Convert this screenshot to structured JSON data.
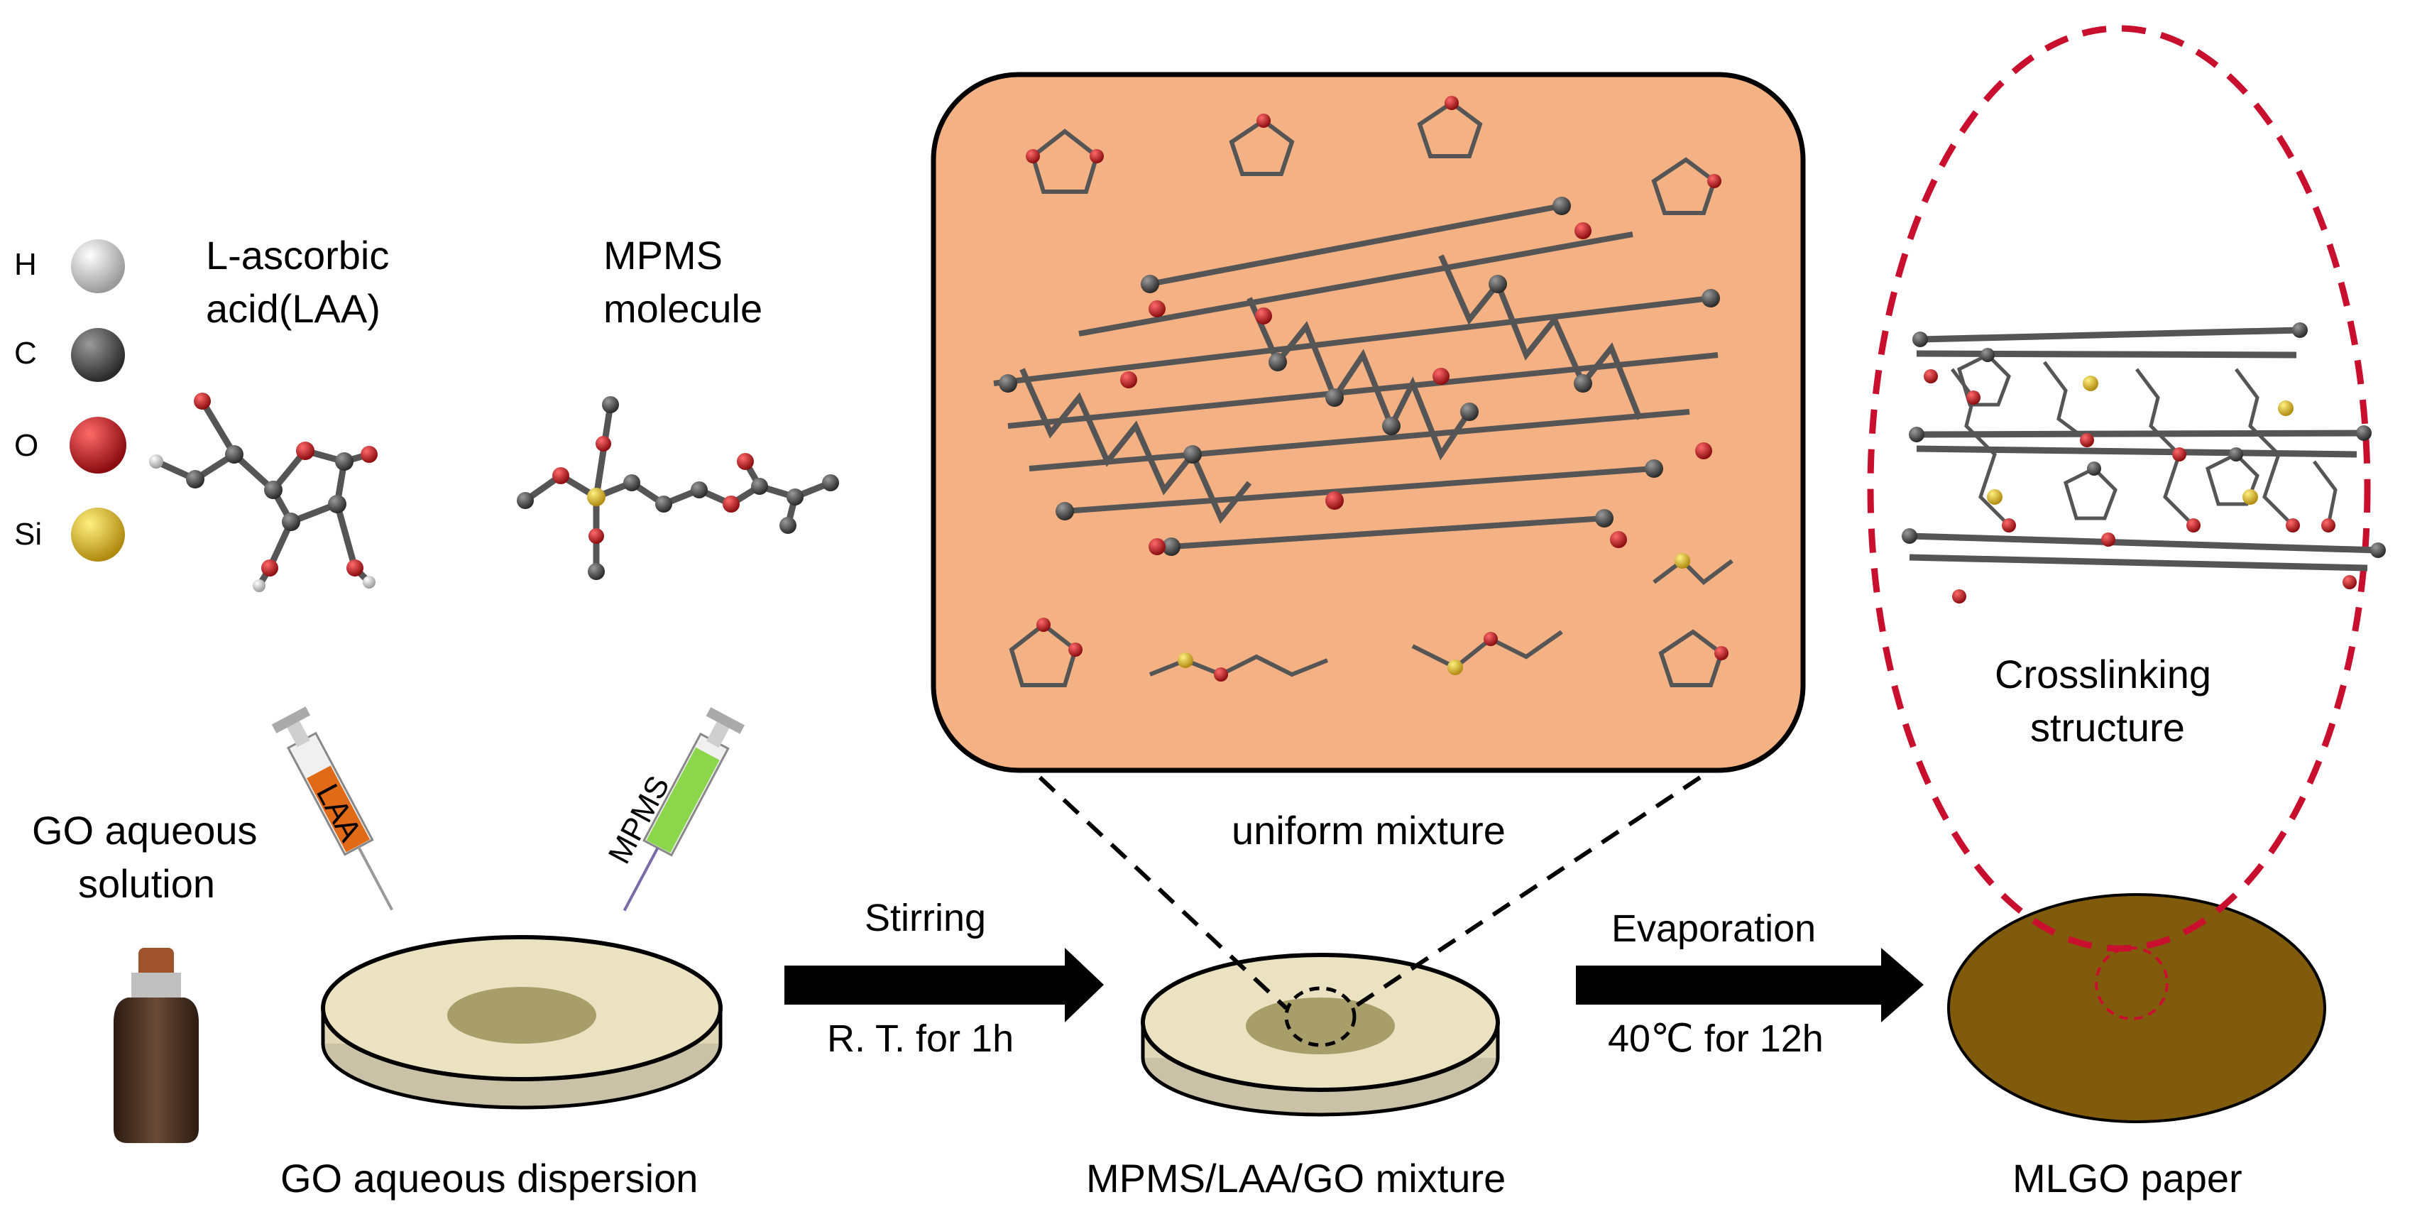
{
  "legend": {
    "atoms": [
      {
        "symbol": "H",
        "color": "#bdbdbd"
      },
      {
        "symbol": "C",
        "color": "#4a4a4a"
      },
      {
        "symbol": "O",
        "color": "#b8161b"
      },
      {
        "symbol": "Si",
        "color": "#d6b21f"
      }
    ]
  },
  "molecules": {
    "laa_line1": "L-ascorbic",
    "laa_line2": "acid(LAA)",
    "mpms_line1": "MPMS",
    "mpms_line2": "molecule"
  },
  "step1": {
    "go_solution_line1": "GO aqueous",
    "go_solution_line2": "solution",
    "syringe_laa": "LAA",
    "syringe_mpms": "MPMS",
    "caption": "GO aqueous dispersion"
  },
  "arrow1": {
    "top": "Stirring",
    "bottom": "R. T. for 1h"
  },
  "step2": {
    "zoom_label": "uniform mixture",
    "caption": "MPMS/LAA/GO mixture"
  },
  "arrow2": {
    "top": "Evaporation",
    "bottom": "40℃ for 12h"
  },
  "step3": {
    "structure_line1": "Crosslinking",
    "structure_line2": "structure",
    "caption": "MLGO paper"
  },
  "colors": {
    "zoom_bg": "#f4b183",
    "dish_fill": "#ebe2c2",
    "go_spot": "#a89e6a",
    "paper": "#7f5b0b",
    "dashed_red": "#c8102e",
    "syringe_laa": "#e06a18",
    "syringe_mpms": "#8bd64a"
  }
}
